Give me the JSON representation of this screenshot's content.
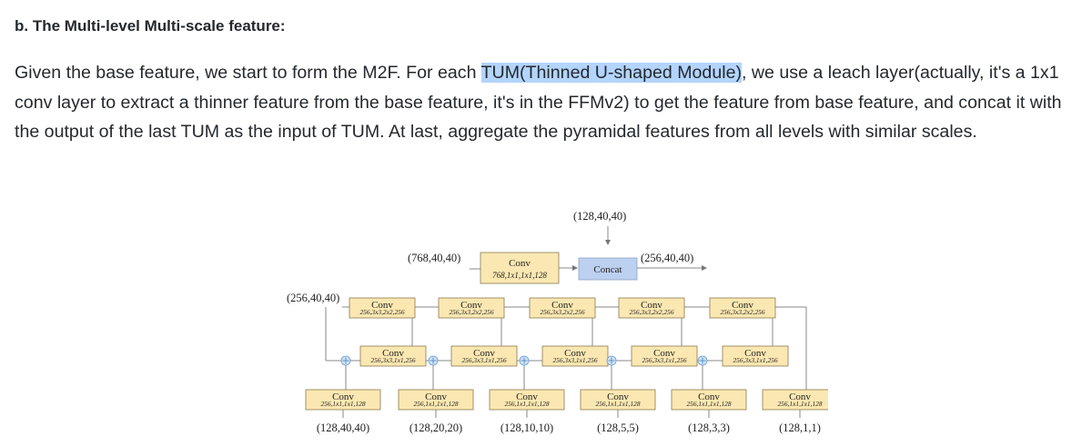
{
  "heading": "b. The Multi-level Multi-scale feature:",
  "paragraph": {
    "before": "Given the base feature, we start to form the M2F. For each ",
    "highlight": "TUM(Thinned U-shaped Module)",
    "after": ", we use a leach layer(actually, it's a 1x1 conv layer to extract a thinner feature from the base feature, it's in the FFMv2) to get the feature from base feature, and concat it with the output of the last TUM as the input of TUM. At last, aggregate the pyramidal features from all levels with similar scales."
  },
  "diagram": {
    "top_input": "(128,40,40)",
    "base_input": "(768,40,40)",
    "leach": {
      "title": "Conv",
      "params": "768,1x1,1x1,128"
    },
    "concat": "Concat",
    "concat_output": "(256,40,40)",
    "tum_input": "(256,40,40)",
    "block_title": "Conv",
    "top_params": "256,3x3,2x2,256",
    "mid_params": "256,3x3,1x1,256",
    "bottom_params": "256,1x1,1x1,128",
    "outputs": [
      "(128,40,40)",
      "(128,20,20)",
      "(128,10,10)",
      "(128,5,5)",
      "(128,3,3)",
      "(128,1,1)"
    ]
  }
}
